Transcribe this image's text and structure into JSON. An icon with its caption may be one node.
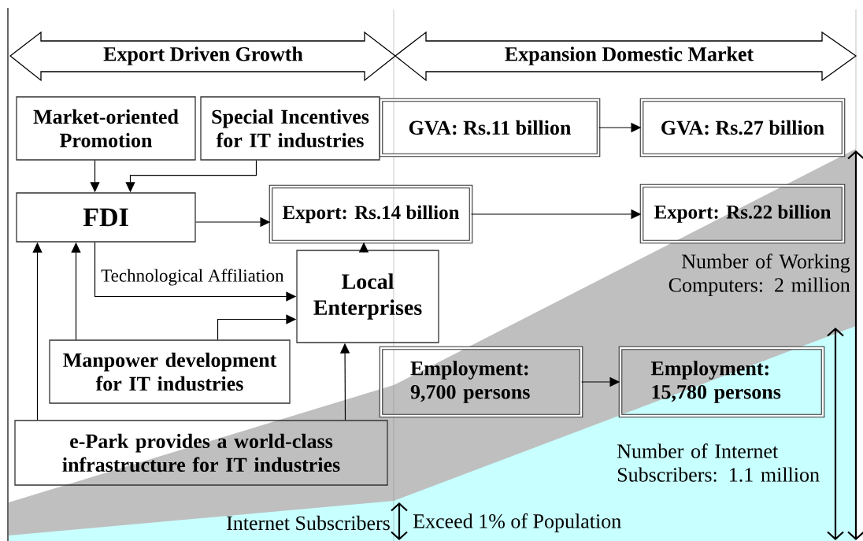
{
  "diagram": {
    "nodes": [
      {
        "text": [
          "Export Driven Growth"
        ]
      },
      {
        "text": [
          "Expansion Domestic Market"
        ]
      },
      {
        "text": [
          "Market-oriented Promotion"
        ]
      },
      {
        "text": [
          "Special Incentives for IT industries"
        ]
      },
      {
        "text": [
          "FDI"
        ]
      },
      {
        "text": [
          "Export: Rs.14 billion"
        ]
      },
      {
        "text": [
          "Local Enterprises"
        ]
      },
      {
        "text": [
          "Manpower development for IT industries"
        ]
      },
      {
        "text": [
          "e-Park provides a world-class infrastructure for IT industries"
        ]
      },
      {
        "text": [
          "GVA: Rs.11 billion"
        ]
      },
      {
        "text": [
          "GVA: Rs.27 billion"
        ]
      },
      {
        "text": [
          "Export: Rs.22 billion"
        ]
      },
      {
        "text": [
          "Employment: 9,700 persons"
        ]
      },
      {
        "text": [
          "Employment: 15,780 persons"
        ]
      }
    ],
    "edges": [
      {
        "from": 2,
        "to": 4,
        "arrow": "to"
      },
      {
        "from": 3,
        "to": 4,
        "arrow": "to"
      },
      {
        "from": 4,
        "to": 5,
        "arrow": "to"
      },
      {
        "from": 5,
        "to": 11,
        "arrow": "to"
      },
      {
        "from": 9,
        "to": 10,
        "arrow": "to"
      },
      {
        "from": 4,
        "to": 6,
        "arrow": "to",
        "label": "Technological Affiliation"
      },
      {
        "from": 7,
        "to": 6,
        "arrow": "to"
      },
      {
        "from": 7,
        "to": 4,
        "arrow": "to"
      },
      {
        "from": 8,
        "to": 4,
        "arrow": "to"
      },
      {
        "from": 8,
        "to": 6,
        "arrow": "to"
      },
      {
        "from": 6,
        "to": 5,
        "arrow": "to"
      },
      {
        "from": 12,
        "to": 13,
        "arrow": "to"
      }
    ],
    "labels": [
      "Number of Working Computers: 2 million",
      "Number of Internet Subscribers: 1.1 million",
      "Internet Subscribers",
      "Exceed 1% of Population"
    ]
  }
}
